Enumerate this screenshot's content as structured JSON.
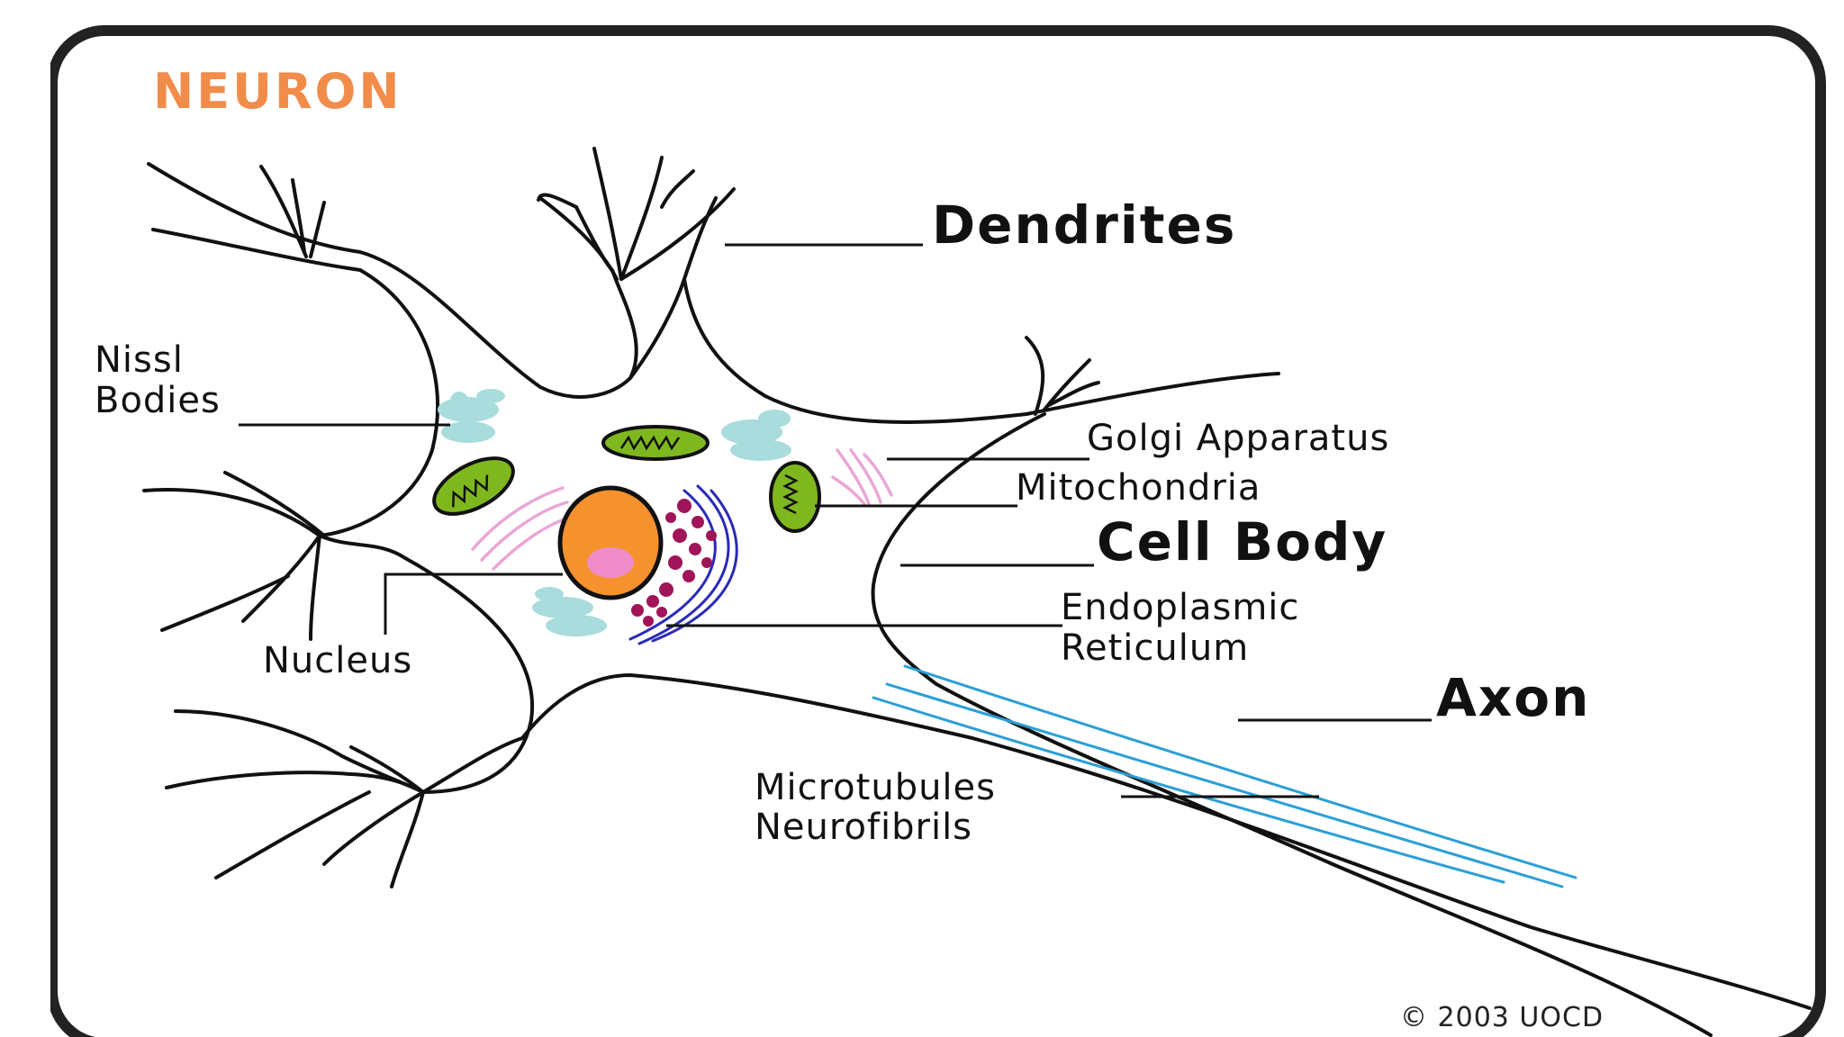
{
  "title": "NEURON",
  "labels": {
    "dendrites": "Dendrites",
    "nissl_line1": "Nissl",
    "nissl_line2": "Bodies",
    "golgi": "Golgi Apparatus",
    "mitochondria": "Mitochondria",
    "cell_body": "Cell Body",
    "er_line1": "Endoplasmic",
    "er_line2": "Reticulum",
    "nucleus": "Nucleus",
    "axon": "Axon",
    "micro_line1": "Microtubules",
    "micro_line2": "Neurofibrils"
  },
  "copyright": "© 2003 UOCD",
  "colors": {
    "title": "#f28c4a",
    "nucleus": "#f5922e",
    "nucleolus": "#f08cc8",
    "mitochondria": "#7fb81e",
    "nissl": "#a9dcdc",
    "golgi": "#e9a7d6",
    "er_dots": "#a0145a",
    "er_lines": "#2a2ab8",
    "microtubules": "#2a9fd6"
  }
}
